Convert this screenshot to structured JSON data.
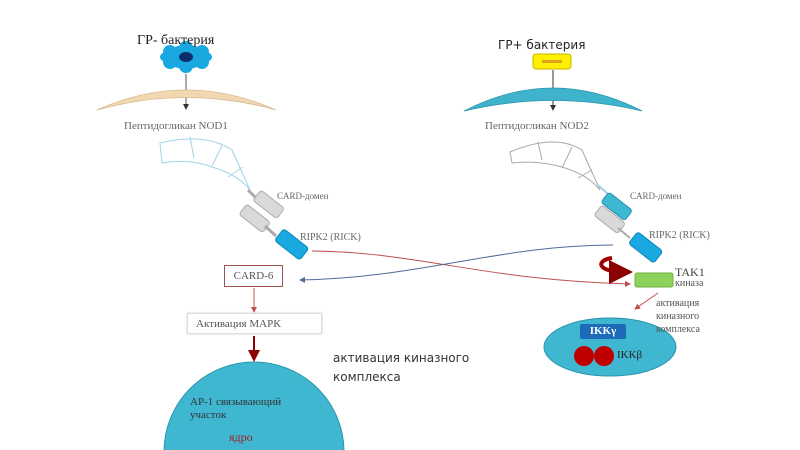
{
  "left_pathway": {
    "bacteria_label": "ГР- бактерия",
    "receptor_label": "Пептидогликан NOD1",
    "card_domain_label": "CARD-домен",
    "ripk2_label": "RIPK2 (RICK)",
    "card6_label": "CARD-6",
    "mapk_label": "Активация MAPK",
    "nucleus": {
      "ap1_label": "AP-1 связывающий участок",
      "nucleus_label": "ядро"
    }
  },
  "right_pathway": {
    "bacteria_label": "ГР+ бактерия",
    "receptor_label": "Пептидогликан NOD2",
    "card_domain_label": "CARD-домен",
    "ripk2_label": "RIPK2 (RICK)",
    "tak1_label": "TAK1",
    "kinase_label": "киназа",
    "activation_label": "активация киназного комплекса",
    "ikk_gamma_label": "IKKγ",
    "ikk_beta_label": "IKKβ"
  },
  "center_note": "активация киназного комплекса",
  "colors": {
    "gram_neg_membrane": "#f2d7b3",
    "gram_pos_membrane": "#3fb3cc",
    "cyan_protein": "#19a9e0",
    "teal_protein": "#3cb8d2",
    "grey_protein": "#d9d9d9",
    "tak1": "#8ed15c",
    "nucleus": "#3fb7d0",
    "ikk_gamma": "#1d6bb8",
    "ikk_beta": "#c00000",
    "red_arrow": "#c0504d",
    "blue_arrow": "#4f6b96",
    "dark_red": "#a00000"
  }
}
